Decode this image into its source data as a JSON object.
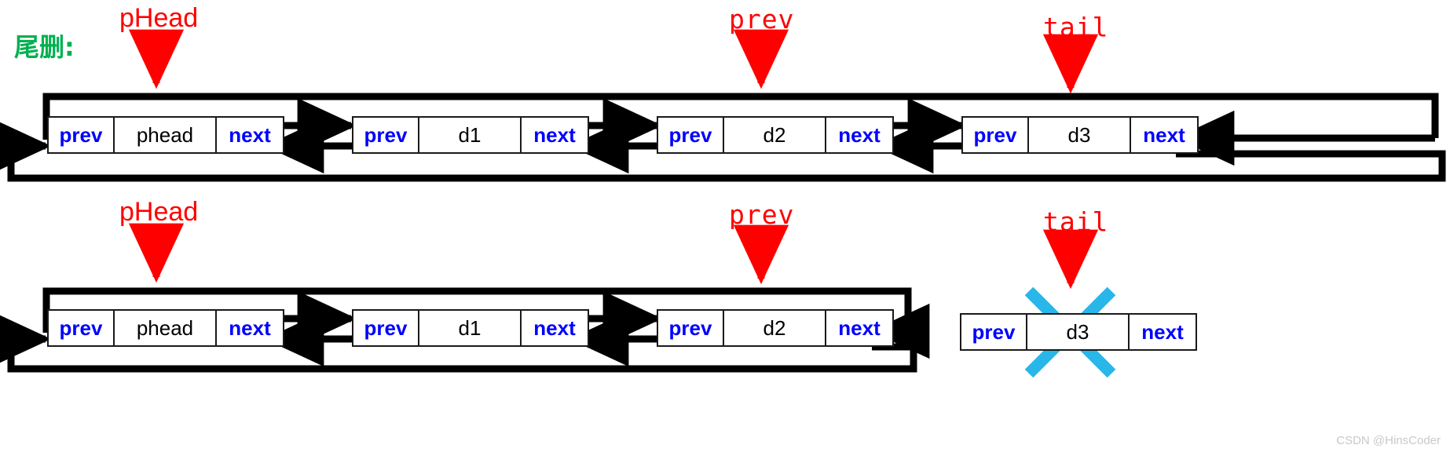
{
  "caption": {
    "text": "尾删:",
    "color": "#00b050"
  },
  "colors": {
    "pointer_red": "#ff0000",
    "link_blue": "#0000ff",
    "stroke_black": "#000000",
    "delete_cyan": "#29b6e8",
    "caption_green": "#00b050",
    "watermark_gray": "#c9c9c9"
  },
  "watermark": "CSDN @HinsCoder",
  "row1": {
    "pointers": [
      {
        "label": "pHead",
        "font": "sans"
      },
      {
        "label": "prev",
        "font": "mono"
      },
      {
        "label": "tail",
        "font": "mono"
      }
    ],
    "nodes": [
      {
        "prev": "prev",
        "data": "phead",
        "next": "next"
      },
      {
        "prev": "prev",
        "data": "d1",
        "next": "next"
      },
      {
        "prev": "prev",
        "data": "d2",
        "next": "next"
      },
      {
        "prev": "prev",
        "data": "d3",
        "next": "next"
      }
    ]
  },
  "row2": {
    "pointers": [
      {
        "label": "pHead",
        "font": "sans"
      },
      {
        "label": "prev",
        "font": "mono"
      },
      {
        "label": "tail",
        "font": "mono"
      }
    ],
    "nodes": [
      {
        "prev": "prev",
        "data": "phead",
        "next": "next"
      },
      {
        "prev": "prev",
        "data": "d1",
        "next": "next"
      },
      {
        "prev": "prev",
        "data": "d2",
        "next": "next"
      }
    ],
    "deleted_node": {
      "prev": "prev",
      "data": "d3",
      "next": "next",
      "marked_deleted": true
    }
  }
}
